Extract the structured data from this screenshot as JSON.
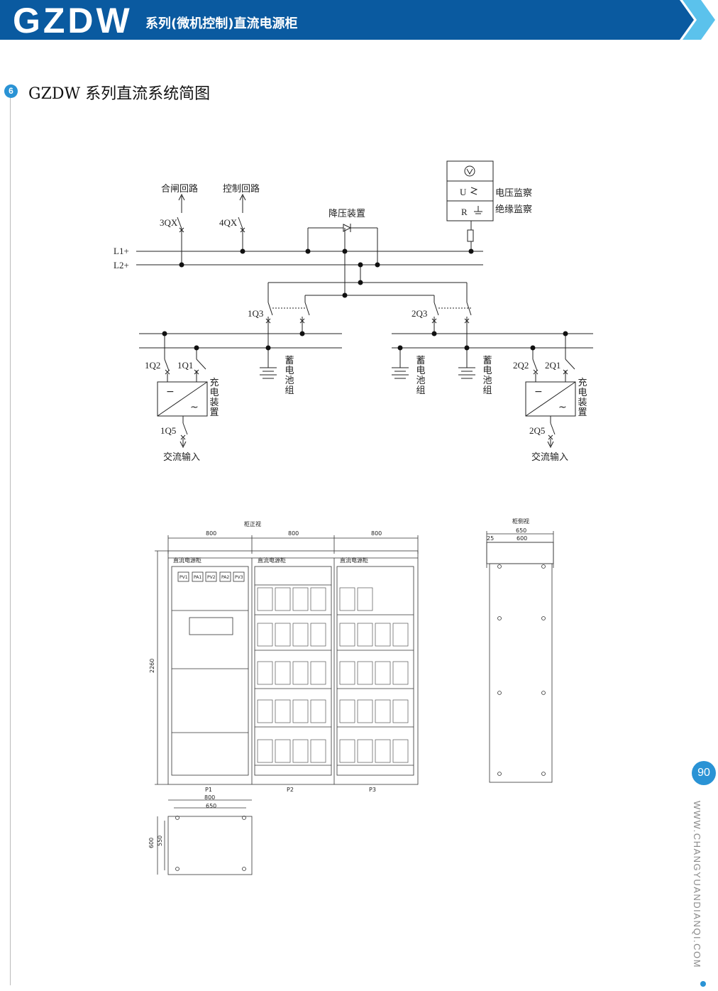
{
  "header": {
    "brand": "GZDW",
    "subtitle": "系列(微机控制)直流电源柜"
  },
  "section": {
    "number": "6",
    "title": "GZDW 系列直流系统简图"
  },
  "colors": {
    "header_blue": "#0a5aa0",
    "accent": "#2a93d5",
    "chevron": "#5bc2ec"
  },
  "schematic": {
    "branch_labels": [
      "合闸回路",
      "控制回路"
    ],
    "breakers": [
      "3QX",
      "4QX",
      "1Q3",
      "2Q3",
      "1Q2",
      "1Q1",
      "2Q2",
      "2Q1",
      "1Q5",
      "2Q5"
    ],
    "buses": [
      "L1+",
      "L2+"
    ],
    "step_down": "降压装置",
    "monitor_symbols": [
      "V",
      "U",
      "R"
    ],
    "monitor_labels": [
      "电压监察",
      "绝缘监察"
    ],
    "battery_label": "蓄电池组",
    "charger_label": "充电装置",
    "ac_input": "交流输入"
  },
  "cabinet": {
    "front_view": "柜正视",
    "side_view": "柜侧视",
    "front_dims": [
      "800",
      "800",
      "800"
    ],
    "height_dim": "2260",
    "side_dims": [
      "650",
      "600",
      "25"
    ],
    "panel_title": "直流电源柜",
    "meters": [
      "PV1",
      "PA1",
      "PV2",
      "PA2",
      "PV3"
    ],
    "panel_names": [
      "P1",
      "P2",
      "P3"
    ],
    "base_dims": [
      "800",
      "650",
      "600",
      "550"
    ]
  },
  "page": {
    "number": "90",
    "url": "WWW.CHANGYUANDIANQI.COM"
  }
}
